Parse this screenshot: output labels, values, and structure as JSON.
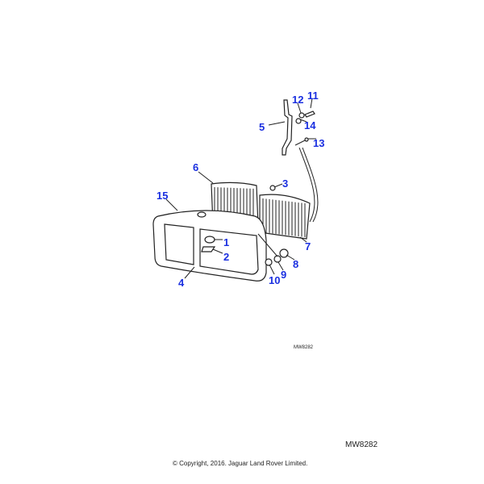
{
  "diagram": {
    "callouts": [
      "1",
      "2",
      "3",
      "4",
      "5",
      "6",
      "7",
      "8",
      "9",
      "10",
      "11",
      "12",
      "13",
      "14",
      "15"
    ],
    "label_color": "#1a2fe0"
  },
  "reference_small": "MW8282",
  "reference_large": "MW8282",
  "copyright": "© Copyright, 2016. Jaguar Land Rover Limited."
}
